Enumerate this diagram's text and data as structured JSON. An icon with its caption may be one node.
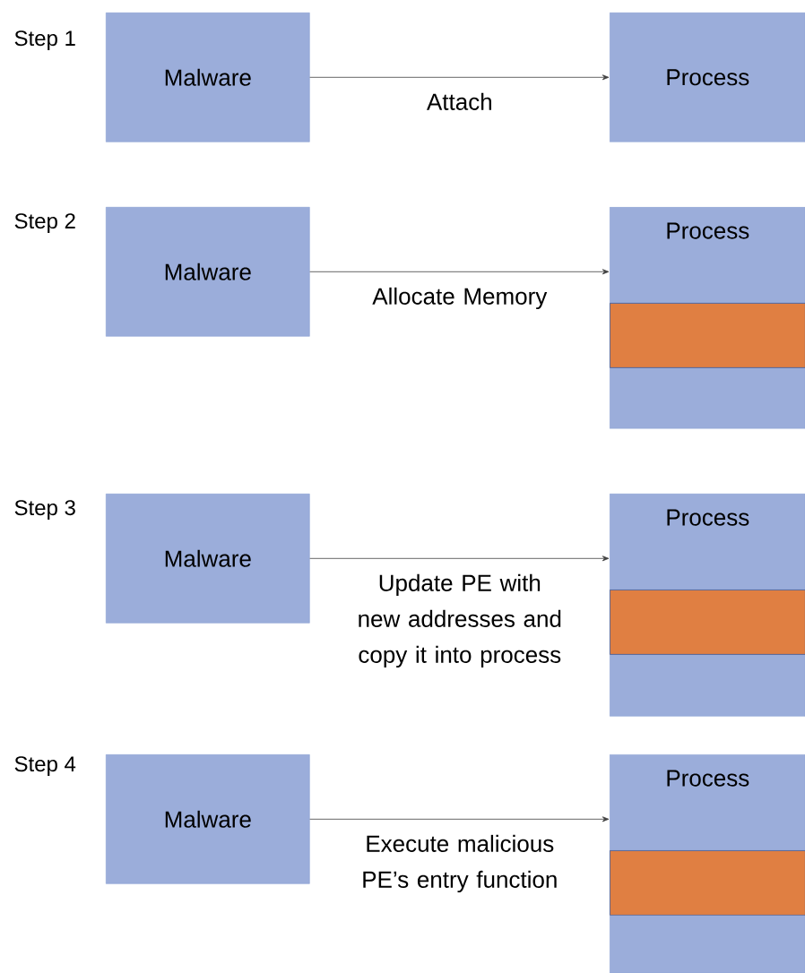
{
  "diagram": {
    "nodes": [
      {
        "text": [
          "Malware"
        ]
      },
      {
        "text": [
          "Process"
        ]
      },
      {
        "text": [
          "Malware"
        ]
      },
      {
        "text": [
          "Process"
        ]
      },
      {
        "text": [],
        "shape": "bar",
        "in": 3
      },
      {
        "text": [
          "Malware"
        ]
      },
      {
        "text": [
          "Process"
        ]
      },
      {
        "text": [],
        "shape": "bar",
        "in": 6
      },
      {
        "text": [
          "Malware"
        ]
      },
      {
        "text": [
          "Process"
        ]
      },
      {
        "text": [],
        "shape": "bar",
        "in": 9
      }
    ],
    "edges": [
      {
        "from": 0,
        "to": 1,
        "arrow": "to",
        "label": "Attach"
      },
      {
        "from": 2,
        "to": 3,
        "arrow": "to",
        "label": "Allocate Memory"
      },
      {
        "from": 5,
        "to": 6,
        "arrow": "to",
        "label": "Update PE with new addresses and copy it into process"
      },
      {
        "from": 8,
        "to": 9,
        "arrow": "to",
        "label": "Execute malicious PE’s entry function"
      }
    ],
    "labels": [
      "Step 1",
      "Step 2",
      "Step 3",
      "Step 4"
    ]
  }
}
